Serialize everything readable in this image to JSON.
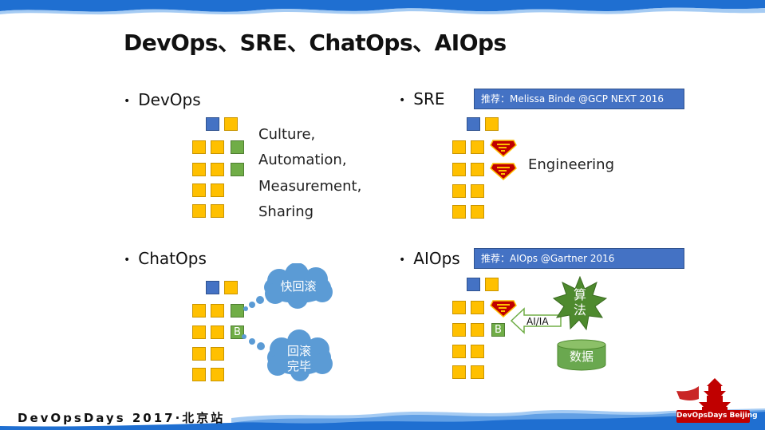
{
  "title": "DevOps、SRE、ChatOps、AIOps",
  "devops": {
    "bullet": "DevOps",
    "lines": [
      "Culture,",
      "Automation,",
      "Measurement,",
      "Sharing"
    ]
  },
  "sre": {
    "bullet": "SRE",
    "recommend": "推荐：Melissa Binde @GCP NEXT 2016",
    "label": "Engineering"
  },
  "chatops": {
    "bullet": "ChatOps",
    "cloud1": "快回滚",
    "cloud2_line1": "回滚",
    "cloud2_line2": "完毕",
    "block_label": "B"
  },
  "aiops": {
    "bullet": "AIOps",
    "recommend": "推荐：AIOps @Gartner 2016",
    "star_line1": "算",
    "star_line2": "法",
    "arrow_label": "AI/IA",
    "db_label": "数据",
    "block_label": "B"
  },
  "footer": {
    "text": "DevOpsDays 2017·北京站",
    "logo_text": "DevOpsDays Beijing"
  },
  "colors": {
    "yellow": "#ffc000",
    "blue": "#4472c4",
    "green": "#70ad47",
    "red": "#c00000"
  }
}
